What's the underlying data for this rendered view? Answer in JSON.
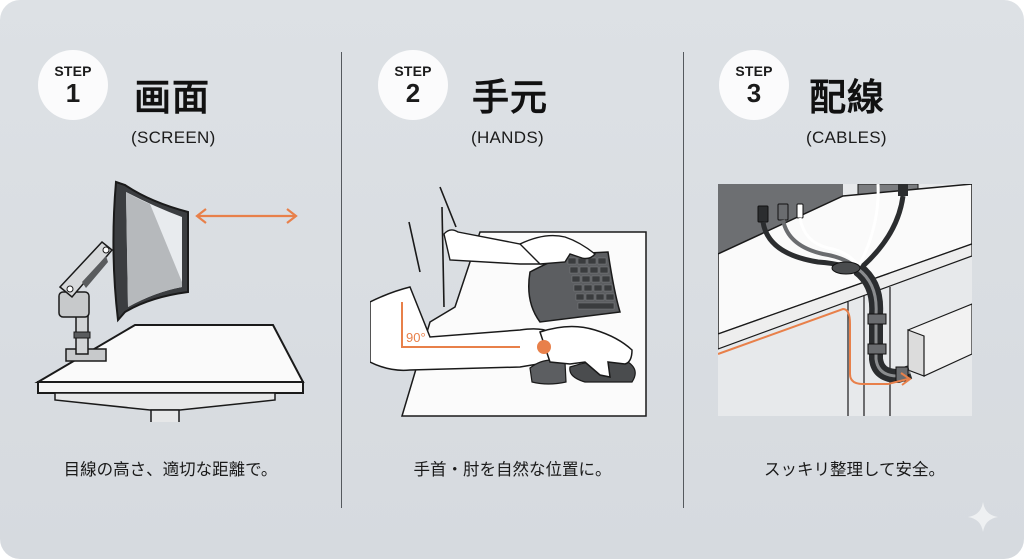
{
  "infographic": {
    "steps": [
      {
        "badge_word": "STEP",
        "number": "1",
        "title": "画面",
        "subtitle": "(SCREEN)",
        "caption": "目線の高さ、適切な距離で。",
        "illustration": "monitor-on-arm-with-distance-arrow"
      },
      {
        "badge_word": "STEP",
        "number": "2",
        "title": "手元",
        "subtitle": "(HANDS)",
        "caption": "手首・肘を自然な位置に。",
        "illustration": "hands-on-keyboard-and-mouse",
        "angle_label": "90°"
      },
      {
        "badge_word": "STEP",
        "number": "3",
        "title": "配線",
        "subtitle": "(CABLES)",
        "caption": "スッキリ整理して安全。",
        "illustration": "bundled-cables-under-desk"
      }
    ],
    "colors": {
      "background": "#d9dde2",
      "accent": "#e8804a",
      "divider": "#55595e",
      "text": "#111111",
      "badge": "#fbfbfc"
    },
    "corner_icon": "sparkle-icon"
  }
}
